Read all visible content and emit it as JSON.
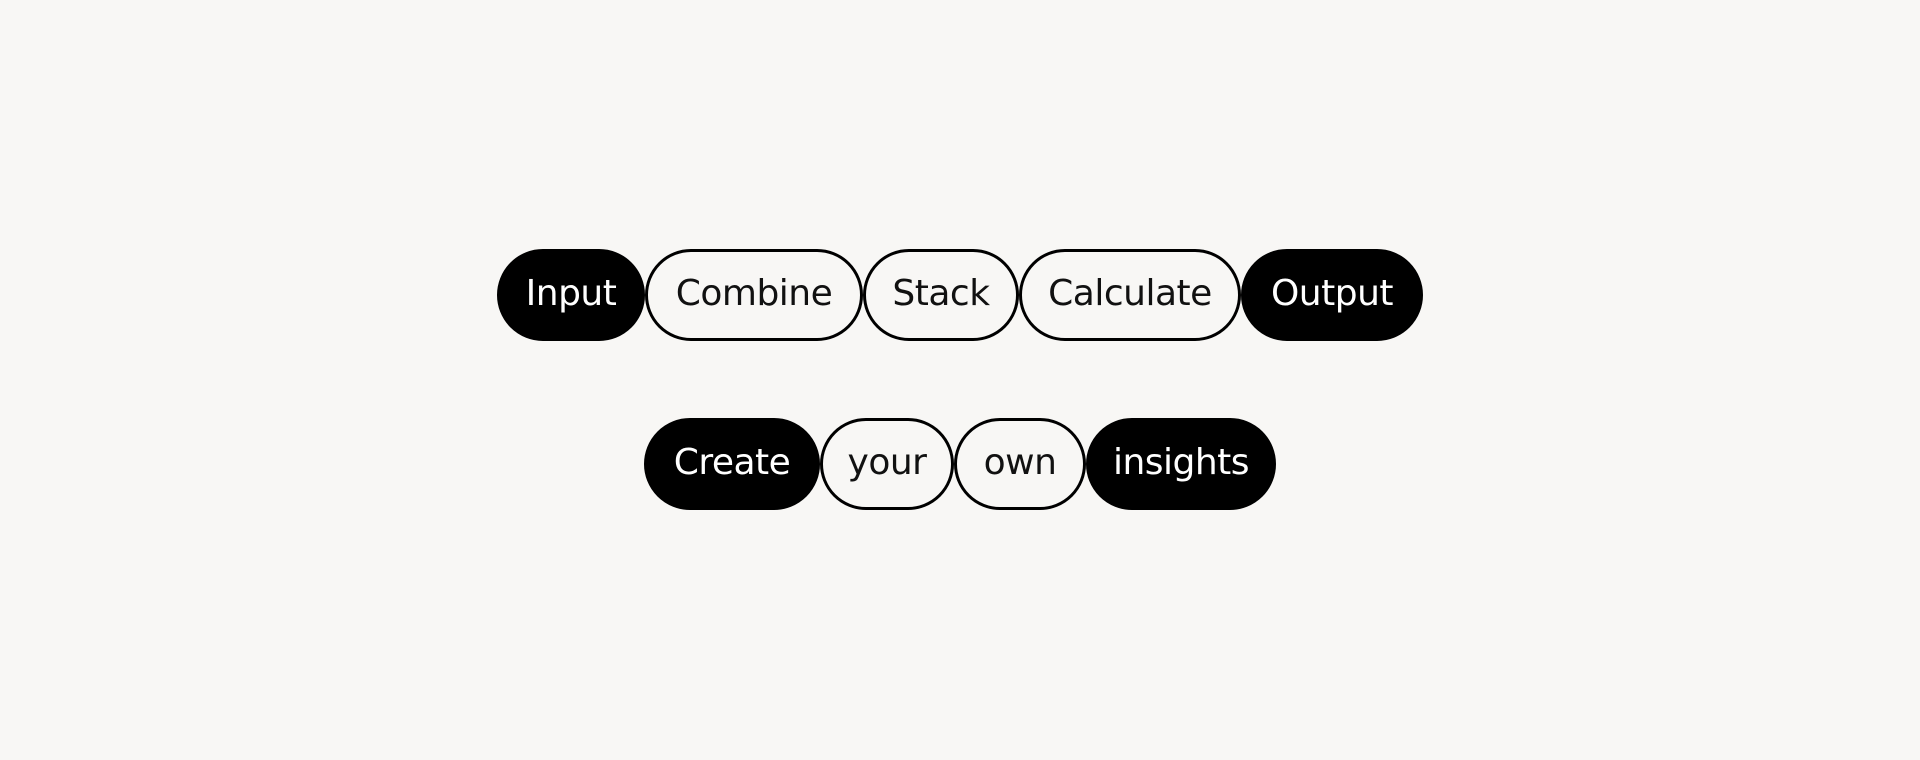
{
  "rows": [
    {
      "pills": [
        {
          "label": "Input",
          "style": "solid"
        },
        {
          "label": "Combine",
          "style": "outline"
        },
        {
          "label": "Stack",
          "style": "outline"
        },
        {
          "label": "Calculate",
          "style": "outline"
        },
        {
          "label": "Output",
          "style": "solid"
        }
      ]
    },
    {
      "pills": [
        {
          "label": "Create",
          "style": "solid"
        },
        {
          "label": "your",
          "style": "outline"
        },
        {
          "label": "own",
          "style": "outline"
        },
        {
          "label": "insights",
          "style": "solid"
        }
      ]
    }
  ],
  "colors": {
    "background": "#f8f7f5",
    "solid_fill": "#000000",
    "solid_text": "#ffffff",
    "outline_border": "#000000",
    "outline_text": "#111111"
  }
}
